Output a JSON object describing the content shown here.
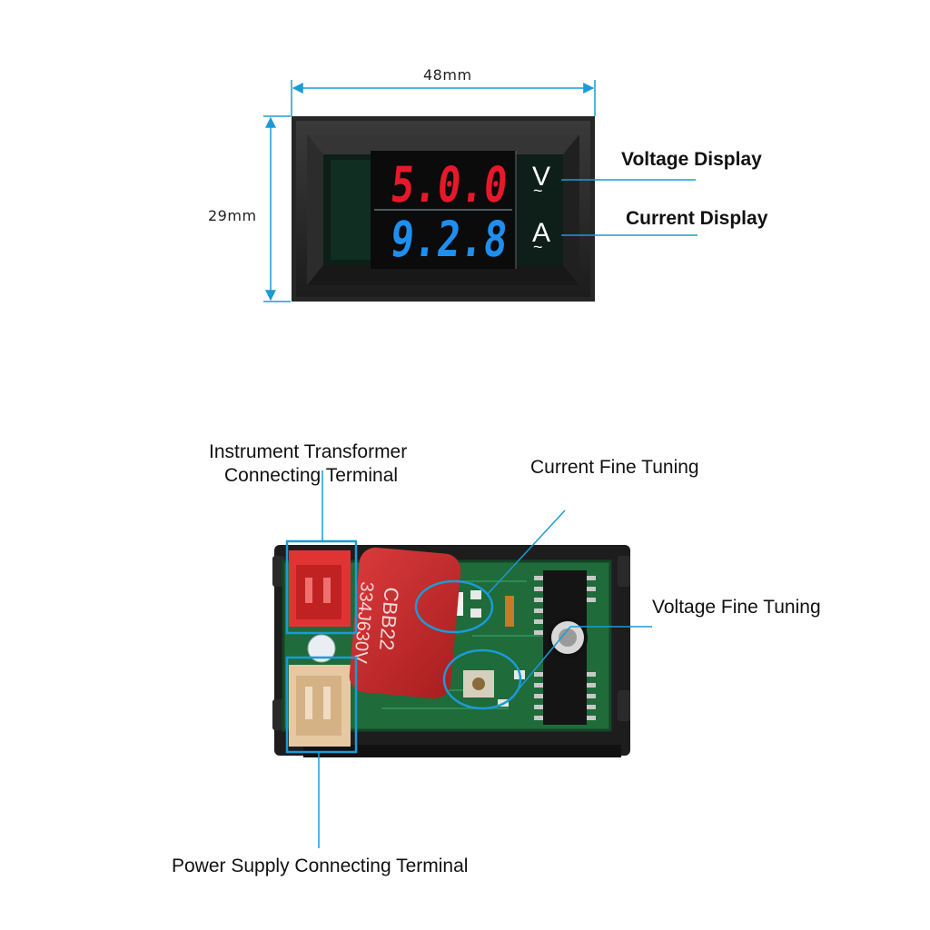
{
  "dimensions": {
    "width_label": "48mm",
    "height_label": "29mm"
  },
  "display": {
    "voltage_reading": "5.0.0",
    "current_reading": "9.2.8",
    "voltage_unit": "V",
    "current_unit": "A",
    "voltage_color": "#e8182a",
    "current_color": "#1e8ff0"
  },
  "callouts": {
    "voltage_display": "Voltage Display",
    "current_display": "Current Display",
    "instrument_terminal_line1": "Instrument Transformer",
    "instrument_terminal_line2": "Connecting Terminal",
    "current_fine_tuning": "Current Fine Tuning",
    "voltage_fine_tuning": "Voltage Fine Tuning",
    "power_supply_terminal": "Power Supply Connecting Terminal"
  },
  "capacitor": {
    "line1": "CBB22",
    "line2": "334J630V"
  },
  "colors": {
    "callout_line": "#1a9bd7",
    "bezel": "#2a2a2a",
    "pcb": "#1f6b3a",
    "capacitor": "#c8282a"
  }
}
